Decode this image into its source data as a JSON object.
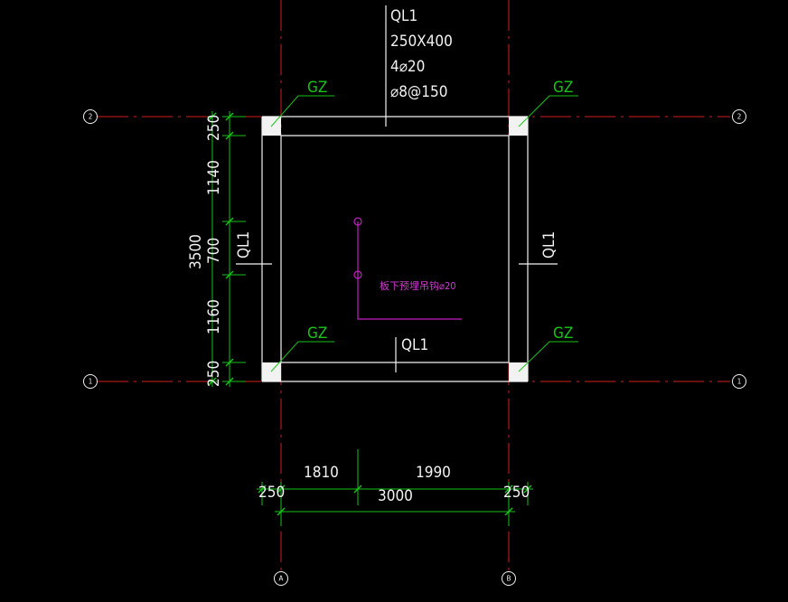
{
  "beam_label": {
    "name": "QL1",
    "size": "250X400",
    "top_bars": "4⌀20",
    "stirrup": "⌀8@150"
  },
  "gz_label": "GZ",
  "ql1_label": "QL1",
  "hook_note": "板下预埋吊钩⌀20",
  "axes": {
    "row_top": "2",
    "row_bottom": "1",
    "col_left": "A",
    "col_right": "B"
  },
  "dims_vertical": {
    "top": "250",
    "upper": "1140",
    "middle": "700",
    "lower": "1160",
    "bottom": "250",
    "total": "3500"
  },
  "dims_horizontal": {
    "left": "250",
    "seg1": "1810",
    "seg2": "1990",
    "right": "250",
    "total": "3000"
  },
  "colors": {
    "background": "#000000",
    "axis": "#d41e1e",
    "wall": "#f2f2f2",
    "dimension": "#19c419",
    "annotation": "#c21ec2"
  }
}
